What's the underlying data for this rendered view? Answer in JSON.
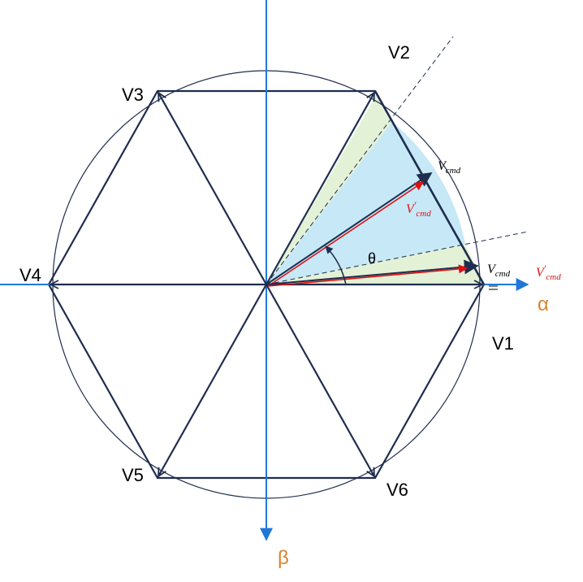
{
  "diagram": {
    "vectors": {
      "v1": "V1",
      "v2": "V2",
      "v3": "V3",
      "v4": "V4",
      "v5": "V5",
      "v6": "V6"
    },
    "axes": {
      "alpha": "α",
      "beta": "β"
    },
    "angle_label": "θ",
    "command_vector": {
      "base": "V",
      "sub": "cmd",
      "prime": "′"
    },
    "colors": {
      "hexagon": "#1f2d4e",
      "axis": "#1f78d8",
      "axis_label": "#d9822b",
      "command": "#e01010",
      "sector_main": "#c6e8f7",
      "sector_edge": "#e3f1d6"
    }
  }
}
